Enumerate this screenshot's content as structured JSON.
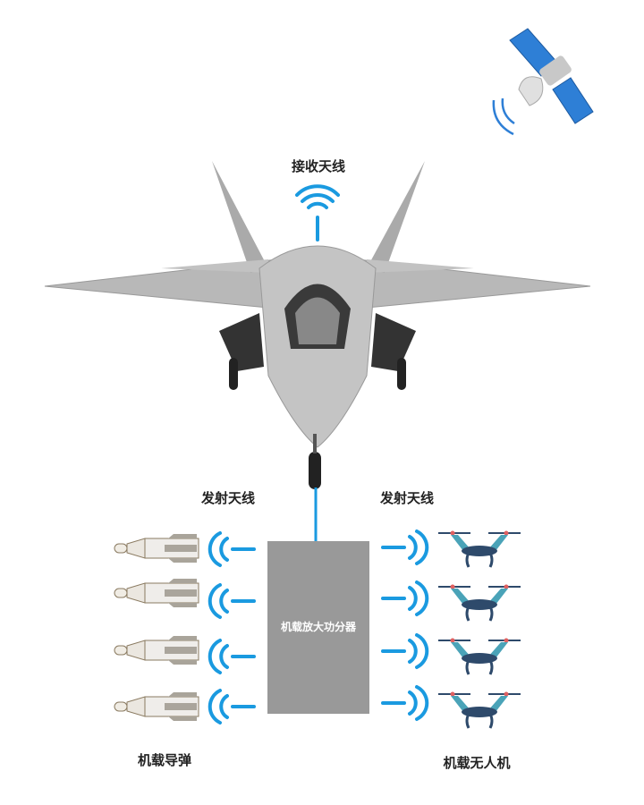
{
  "labels": {
    "receive_antenna": "接收天线",
    "transmit_antenna_left": "发射天线",
    "transmit_antenna_right": "发射天线",
    "splitter": "机载放大功分器",
    "missiles": "机载导弹",
    "drones": "机载无人机"
  },
  "colors": {
    "signal": "#1a9ae0",
    "box": "#999999",
    "jet": "#b8b8b8",
    "drone_body": "#2e4a6b",
    "drone_arm": "#4aa3b8"
  },
  "counts": {
    "missiles": 4,
    "drones": 4
  }
}
